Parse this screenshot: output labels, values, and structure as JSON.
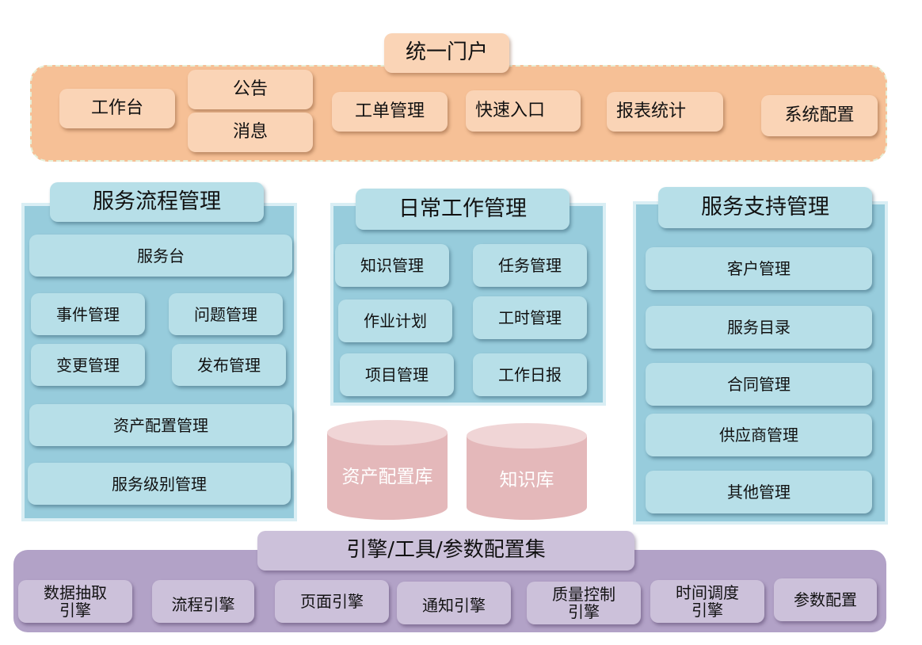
{
  "portal": {
    "title": "统一门户",
    "items": [
      "工作台",
      "公告",
      "消息",
      "工单管理",
      "快速入口",
      "报表统计",
      "系统配置"
    ]
  },
  "service_process": {
    "title": "服务流程管理",
    "items": [
      "服务台",
      "事件管理",
      "问题管理",
      "变更管理",
      "发布管理",
      "资产配置管理",
      "服务级别管理"
    ]
  },
  "daily_work": {
    "title": "日常工作管理",
    "items": [
      "知识管理",
      "任务管理",
      "作业计划",
      "工时管理",
      "项目管理",
      "工作日报"
    ]
  },
  "databases": [
    "资产配置库",
    "知识库"
  ],
  "service_support": {
    "title": "服务支持管理",
    "items": [
      "客户管理",
      "服务目录",
      "合同管理",
      "供应商管理",
      "其他管理"
    ]
  },
  "engines": {
    "title": "引擎/工具/参数配置集",
    "items": [
      {
        "line1": "数据抽取",
        "line2": "引擎"
      },
      {
        "line1": "流程引擎",
        "line2": ""
      },
      {
        "line1": "页面引擎",
        "line2": ""
      },
      {
        "line1": "通知引擎",
        "line2": ""
      },
      {
        "line1": "质量控制",
        "line2": "引擎"
      },
      {
        "line1": "时间调度",
        "line2": "引擎"
      },
      {
        "line1": "参数配置",
        "line2": ""
      }
    ]
  },
  "colors": {
    "portal_frame": "#f6c096",
    "portal_item": "#fad4b6",
    "panel": "#97ccdc",
    "panel_item": "#b7dfe8",
    "engine_frame": "#b2a2c7",
    "engine_item": "#ccc1da",
    "database": "#e4b8ba"
  }
}
